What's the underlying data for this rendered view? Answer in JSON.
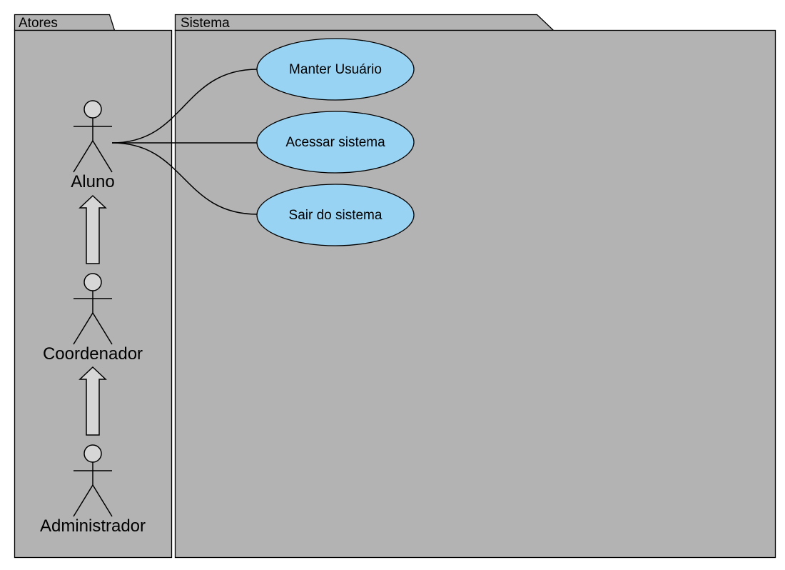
{
  "packages": {
    "actors": {
      "title": "Atores"
    },
    "system": {
      "title": "Sistema"
    }
  },
  "actors": [
    {
      "id": "aluno",
      "label": "Aluno"
    },
    {
      "id": "coordenador",
      "label": "Coordenador"
    },
    {
      "id": "administrador",
      "label": "Administrador"
    }
  ],
  "generalizations": [
    {
      "from": "coordenador",
      "to": "aluno"
    },
    {
      "from": "administrador",
      "to": "coordenador"
    }
  ],
  "use_cases": [
    {
      "id": "manter-usuario",
      "label": "Manter Usuário"
    },
    {
      "id": "acessar-sistema",
      "label": "Acessar sistema"
    },
    {
      "id": "sair-do-sistema",
      "label": "Sair do sistema"
    }
  ],
  "associations": [
    {
      "actor": "aluno",
      "use_case": "manter-usuario"
    },
    {
      "actor": "aluno",
      "use_case": "acessar-sistema"
    },
    {
      "actor": "aluno",
      "use_case": "sair-do-sistema"
    }
  ],
  "colors": {
    "package_fill": "#b3b3b3",
    "use_case_fill": "#99d3f3",
    "actor_head_fill": "#d6d6d6",
    "arrow_fill": "#d6d6d6",
    "stroke": "#000000"
  }
}
